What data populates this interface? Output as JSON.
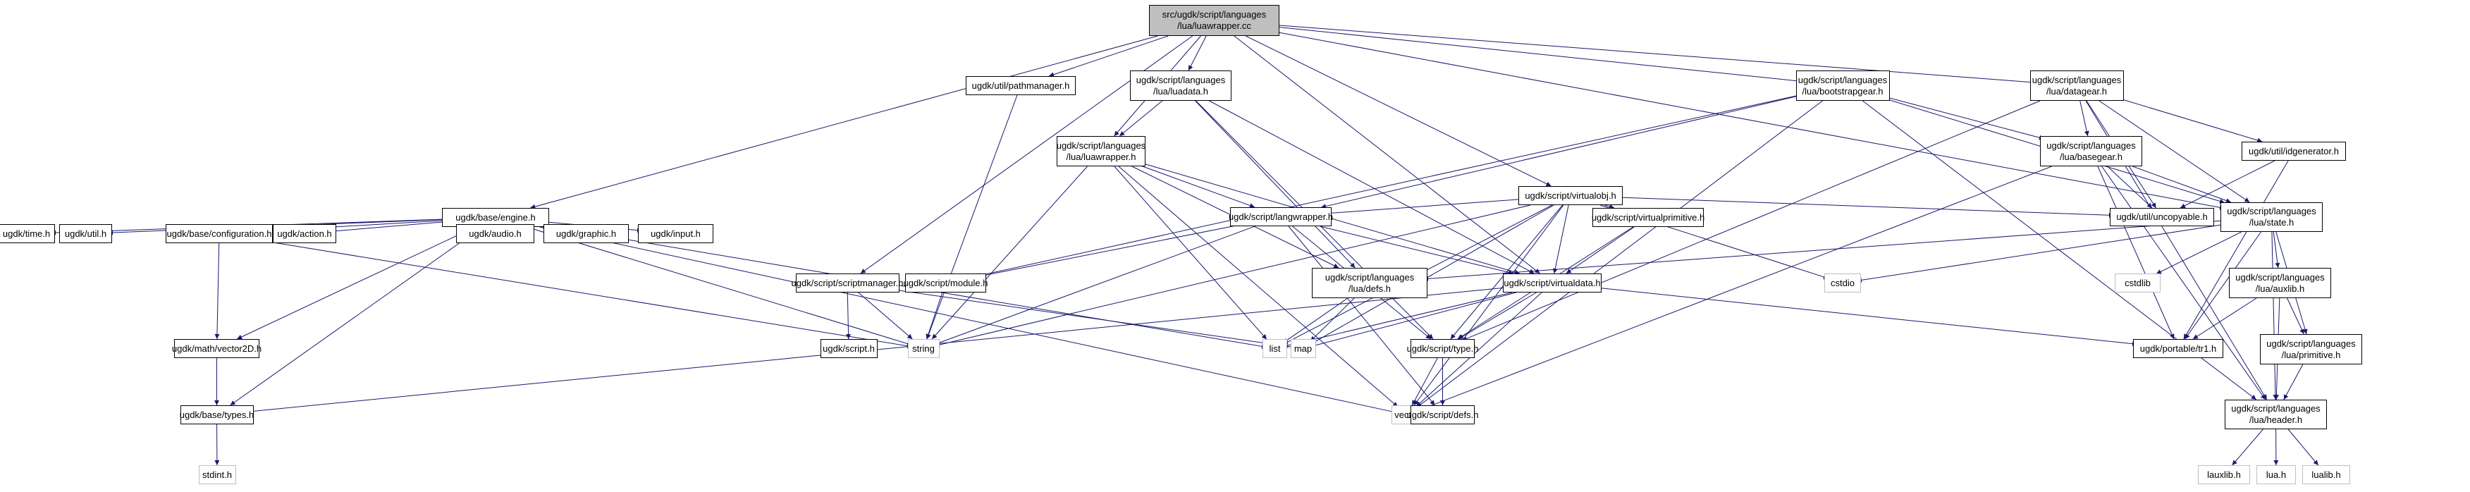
{
  "graph": {
    "title": "Include dependency graph for luawrapper.cc",
    "edge_color": "#191970",
    "nodes": [
      {
        "id": "root",
        "label": "src/ugdk/script/languages\n/lua/luawrapper.cc",
        "kind": "root"
      },
      {
        "id": "pathmanager",
        "label": "ugdk/util/pathmanager.h",
        "kind": "internal"
      },
      {
        "id": "luadata",
        "label": "ugdk/script/languages\n/lua/luadata.h",
        "kind": "internal"
      },
      {
        "id": "bootstrapgear",
        "label": "ugdk/script/languages\n/lua/bootstrapgear.h",
        "kind": "internal"
      },
      {
        "id": "datagear",
        "label": "ugdk/script/languages\n/lua/datagear.h",
        "kind": "internal"
      },
      {
        "id": "luawrapper_h",
        "label": "ugdk/script/languages\n/lua/luawrapper.h",
        "kind": "internal"
      },
      {
        "id": "virtualobj",
        "label": "ugdk/script/virtualobj.h",
        "kind": "internal"
      },
      {
        "id": "basegear",
        "label": "ugdk/script/languages\n/lua/basegear.h",
        "kind": "internal"
      },
      {
        "id": "idgenerator",
        "label": "ugdk/util/idgenerator.h",
        "kind": "internal"
      },
      {
        "id": "engine",
        "label": "ugdk/base/engine.h",
        "kind": "internal"
      },
      {
        "id": "langwrapper",
        "label": "ugdk/script/langwrapper.h",
        "kind": "internal"
      },
      {
        "id": "virtualprimitive",
        "label": "ugdk/script/virtualprimitive.h",
        "kind": "internal"
      },
      {
        "id": "uncopyable",
        "label": "ugdk/util/uncopyable.h",
        "kind": "internal"
      },
      {
        "id": "state",
        "label": "ugdk/script/languages\n/lua/state.h",
        "kind": "internal"
      },
      {
        "id": "time",
        "label": "ugdk/time.h",
        "kind": "internal"
      },
      {
        "id": "util",
        "label": "ugdk/util.h",
        "kind": "internal"
      },
      {
        "id": "configuration",
        "label": "ugdk/base/configuration.h",
        "kind": "internal"
      },
      {
        "id": "action",
        "label": "ugdk/action.h",
        "kind": "internal"
      },
      {
        "id": "audio",
        "label": "ugdk/audio.h",
        "kind": "internal"
      },
      {
        "id": "graphic",
        "label": "ugdk/graphic.h",
        "kind": "internal"
      },
      {
        "id": "input",
        "label": "ugdk/input.h",
        "kind": "internal"
      },
      {
        "id": "scriptmanager",
        "label": "ugdk/script/scriptmanager.h",
        "kind": "internal"
      },
      {
        "id": "module",
        "label": "ugdk/script/module.h",
        "kind": "internal"
      },
      {
        "id": "luadefs",
        "label": "ugdk/script/languages\n/lua/defs.h",
        "kind": "internal"
      },
      {
        "id": "virtualdata",
        "label": "ugdk/script/virtualdata.h",
        "kind": "internal"
      },
      {
        "id": "cstdio",
        "label": "cstdio",
        "kind": "external"
      },
      {
        "id": "cstdlib",
        "label": "cstdlib",
        "kind": "external"
      },
      {
        "id": "auxlib",
        "label": "ugdk/script/languages\n/lua/auxlib.h",
        "kind": "internal"
      },
      {
        "id": "vector2d",
        "label": "ugdk/math/vector2D.h",
        "kind": "internal"
      },
      {
        "id": "script",
        "label": "ugdk/script.h",
        "kind": "internal"
      },
      {
        "id": "string",
        "label": "string",
        "kind": "external"
      },
      {
        "id": "list",
        "label": "list",
        "kind": "external"
      },
      {
        "id": "map",
        "label": "map",
        "kind": "external"
      },
      {
        "id": "type",
        "label": "ugdk/script/type.h",
        "kind": "internal"
      },
      {
        "id": "tr1",
        "label": "ugdk/portable/tr1.h",
        "kind": "internal"
      },
      {
        "id": "primitive",
        "label": "ugdk/script/languages\n/lua/primitive.h",
        "kind": "internal"
      },
      {
        "id": "types",
        "label": "ugdk/base/types.h",
        "kind": "internal"
      },
      {
        "id": "vector",
        "label": "vector",
        "kind": "external"
      },
      {
        "id": "scriptdefs",
        "label": "ugdk/script/defs.h",
        "kind": "internal"
      },
      {
        "id": "header",
        "label": "ugdk/script/languages\n/lua/header.h",
        "kind": "internal"
      },
      {
        "id": "stdint",
        "label": "stdint.h",
        "kind": "external"
      },
      {
        "id": "lauxlib",
        "label": "lauxlib.h",
        "kind": "external"
      },
      {
        "id": "lua",
        "label": "lua.h",
        "kind": "external"
      },
      {
        "id": "lualib",
        "label": "lualib.h",
        "kind": "external"
      }
    ],
    "edges": [
      [
        "root",
        "engine"
      ],
      [
        "root",
        "pathmanager"
      ],
      [
        "root",
        "scriptmanager"
      ],
      [
        "root",
        "luadata"
      ],
      [
        "root",
        "luawrapper_h"
      ],
      [
        "root",
        "virtualobj"
      ],
      [
        "root",
        "virtualdata"
      ],
      [
        "root",
        "bootstrapgear"
      ],
      [
        "root",
        "datagear"
      ],
      [
        "root",
        "state"
      ],
      [
        "pathmanager",
        "string"
      ],
      [
        "luadata",
        "luawrapper_h"
      ],
      [
        "luadata",
        "luadefs"
      ],
      [
        "luadata",
        "virtualdata"
      ],
      [
        "luadata",
        "type"
      ],
      [
        "bootstrapgear",
        "basegear"
      ],
      [
        "bootstrapgear",
        "state"
      ],
      [
        "bootstrapgear",
        "module"
      ],
      [
        "bootstrapgear",
        "langwrapper"
      ],
      [
        "bootstrapgear",
        "vector"
      ],
      [
        "bootstrapgear",
        "header"
      ],
      [
        "datagear",
        "basegear"
      ],
      [
        "datagear",
        "uncopyable"
      ],
      [
        "datagear",
        "state"
      ],
      [
        "datagear",
        "idgenerator"
      ],
      [
        "datagear",
        "type"
      ],
      [
        "datagear",
        "header"
      ],
      [
        "luawrapper_h",
        "langwrapper"
      ],
      [
        "luawrapper_h",
        "luadefs"
      ],
      [
        "luawrapper_h",
        "virtualdata"
      ],
      [
        "luawrapper_h",
        "string"
      ],
      [
        "luawrapper_h",
        "vector"
      ],
      [
        "luawrapper_h",
        "list"
      ],
      [
        "virtualobj",
        "langwrapper"
      ],
      [
        "virtualobj",
        "virtualdata"
      ],
      [
        "virtualobj",
        "virtualprimitive"
      ],
      [
        "virtualobj",
        "uncopyable"
      ],
      [
        "virtualobj",
        "type"
      ],
      [
        "virtualobj",
        "list"
      ],
      [
        "virtualobj",
        "map"
      ],
      [
        "virtualobj",
        "vector"
      ],
      [
        "virtualobj",
        "string"
      ],
      [
        "virtualobj",
        "cstdio"
      ],
      [
        "basegear",
        "uncopyable"
      ],
      [
        "basegear",
        "state"
      ],
      [
        "basegear",
        "tr1"
      ],
      [
        "basegear",
        "header"
      ],
      [
        "basegear",
        "vector"
      ],
      [
        "idgenerator",
        "uncopyable"
      ],
      [
        "idgenerator",
        "tr1"
      ],
      [
        "engine",
        "time"
      ],
      [
        "engine",
        "util"
      ],
      [
        "engine",
        "configuration"
      ],
      [
        "engine",
        "action"
      ],
      [
        "engine",
        "audio"
      ],
      [
        "engine",
        "graphic"
      ],
      [
        "engine",
        "input"
      ],
      [
        "engine",
        "vector2d"
      ],
      [
        "engine",
        "types"
      ],
      [
        "engine",
        "string"
      ],
      [
        "engine",
        "list"
      ],
      [
        "engine",
        "vector"
      ],
      [
        "langwrapper",
        "module"
      ],
      [
        "langwrapper",
        "virtualdata"
      ],
      [
        "langwrapper",
        "type"
      ],
      [
        "langwrapper",
        "string"
      ],
      [
        "langwrapper",
        "scriptdefs"
      ],
      [
        "virtualprimitive",
        "virtualdata"
      ],
      [
        "virtualprimitive",
        "type"
      ],
      [
        "state",
        "luadefs"
      ],
      [
        "state",
        "auxlib"
      ],
      [
        "state",
        "primitive"
      ],
      [
        "state",
        "header"
      ],
      [
        "state",
        "tr1"
      ],
      [
        "state",
        "cstdio"
      ],
      [
        "state",
        "cstdlib"
      ],
      [
        "configuration",
        "vector2d"
      ],
      [
        "configuration",
        "string"
      ],
      [
        "scriptmanager",
        "script"
      ],
      [
        "scriptmanager",
        "string"
      ],
      [
        "scriptmanager",
        "map"
      ],
      [
        "module",
        "string"
      ],
      [
        "luadefs",
        "list"
      ],
      [
        "luadefs",
        "map"
      ],
      [
        "virtualdata",
        "type"
      ],
      [
        "virtualdata",
        "list"
      ],
      [
        "virtualdata",
        "map"
      ],
      [
        "virtualdata",
        "vector"
      ],
      [
        "virtualdata",
        "types"
      ],
      [
        "virtualdata",
        "tr1"
      ],
      [
        "auxlib",
        "tr1"
      ],
      [
        "auxlib",
        "primitive"
      ],
      [
        "auxlib",
        "header"
      ],
      [
        "vector2d",
        "types"
      ],
      [
        "type",
        "vector"
      ],
      [
        "type",
        "scriptdefs"
      ],
      [
        "primitive",
        "header"
      ],
      [
        "types",
        "stdint"
      ],
      [
        "header",
        "lauxlib"
      ],
      [
        "header",
        "lua"
      ],
      [
        "header",
        "lualib"
      ]
    ]
  }
}
